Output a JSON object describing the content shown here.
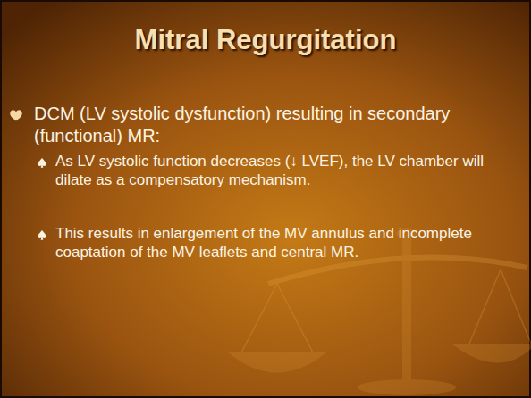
{
  "diagram": {
    "title": "Mitral Regurgitation",
    "labels": [
      "DCM (LV systolic dysfunction) resulting in secondary (functional) MR:",
      "As LV systolic function decreases (↓ LVEF), the LV chamber will dilate as a compensatory mechanism.",
      "This results in enlargement of the MV annulus and incomplete coaptation of the MV leaflets and central MR."
    ]
  }
}
